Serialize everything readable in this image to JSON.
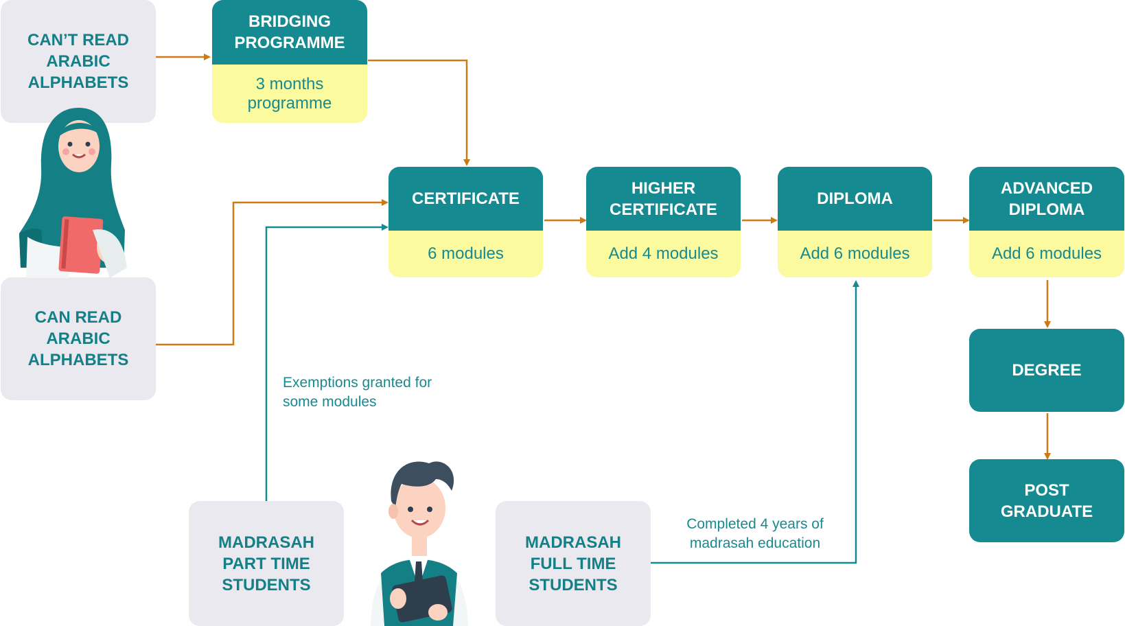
{
  "start": {
    "cant_read": "CAN’T READ ARABIC ALPHABETS",
    "can_read": "CAN READ ARABIC ALPHABETS"
  },
  "bridging": {
    "title": "BRIDGING PROGRAMME",
    "detail": "3 months programme"
  },
  "levels": [
    {
      "title": "CERTIFICATE",
      "detail": "6 modules"
    },
    {
      "title": "HIGHER CERTIFICATE",
      "detail": "Add 4 modules"
    },
    {
      "title": "DIPLOMA",
      "detail": "Add 6 modules"
    },
    {
      "title": "ADVANCED DIPLOMA",
      "detail": "Add 6 modules"
    }
  ],
  "degree": "DEGREE",
  "postgrad": "POST GRADUATE",
  "madrasah": {
    "part_time": "MADRASAH PART TIME STUDENTS",
    "full_time": "MADRASAH FULL TIME STUDENTS"
  },
  "notes": {
    "exemptions": "Exemptions granted for some modules",
    "completed": "Completed 4 years of madrasah education"
  },
  "colors": {
    "teal": "#158a90",
    "orange_arrow": "#cc7a12",
    "teal_arrow": "#158a90",
    "yellow": "#fcfa9e",
    "grey": "#e9e9ef"
  }
}
